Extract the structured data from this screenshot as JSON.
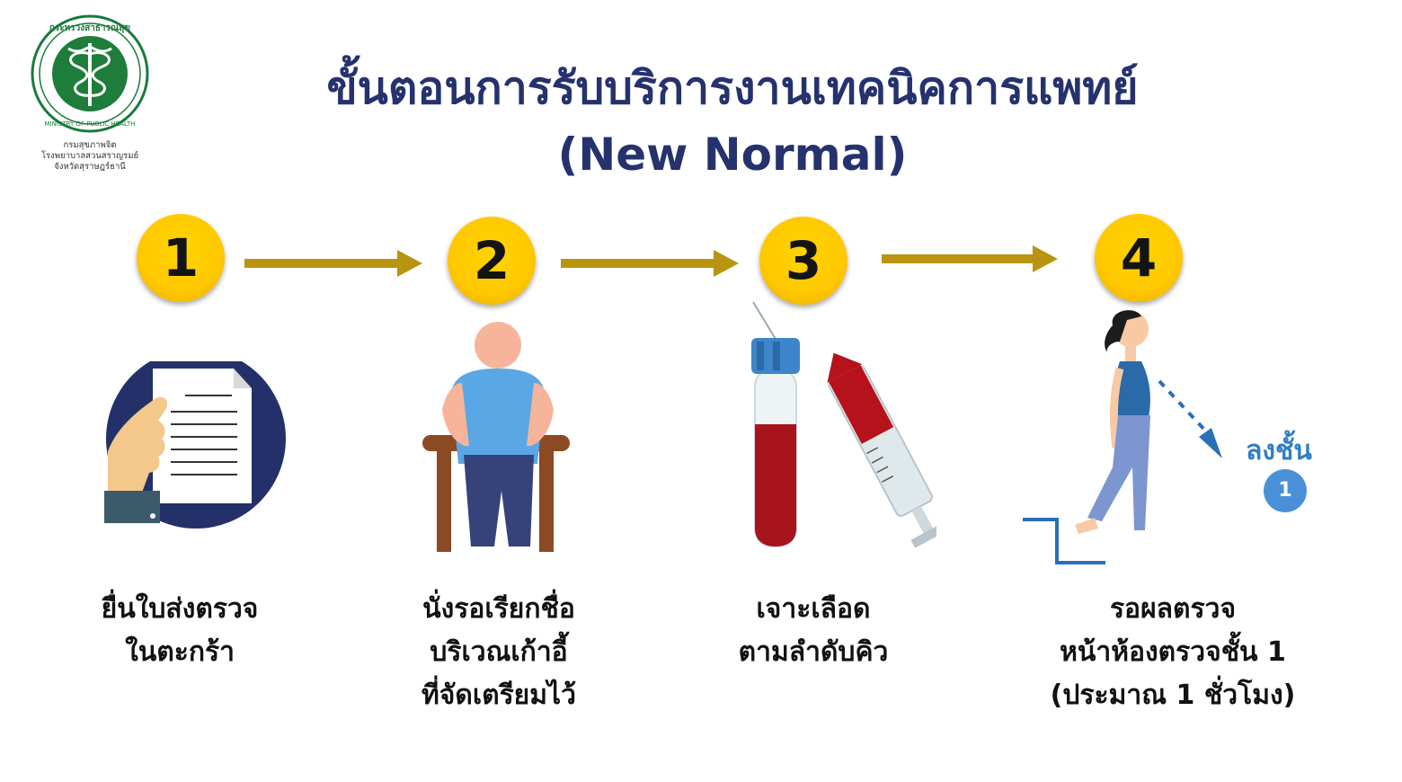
{
  "logo": {
    "name": "moph-logo",
    "caption": [
      "กรมสุขภาพจิต",
      "โรงพยาบาลสวนสราญรมย์",
      "จังหวัดสุราษฎร์ธานี"
    ]
  },
  "title": {
    "line1": "ขั้นตอนการรับบริการงานเทคนิคการแพทย์",
    "line2": "(New Normal)"
  },
  "steps": [
    {
      "number": "1",
      "icon": "document-hand-icon",
      "lines": [
        "ยื่นใบส่งตรวจ",
        "ในตะกร้า"
      ]
    },
    {
      "number": "2",
      "icon": "seated-person-icon",
      "lines": [
        "นั่งรอเรียกชื่อ",
        "บริเวณเก้าอี้",
        "ที่จัดเตรียมไว้"
      ]
    },
    {
      "number": "3",
      "icon": "blood-tube-syringe-icon",
      "lines": [
        "เจาะเลือด",
        "ตามลำดับคิว"
      ]
    },
    {
      "number": "4",
      "icon": "walking-woman-stairs-icon",
      "lines": [
        "รอผลตรวจ",
        "หน้าห้องตรวจชั้น 1",
        "(ประมาณ 1 ชั่วโมง)"
      ]
    }
  ],
  "floor_note": {
    "text": "ลงชั้น",
    "badge": "1"
  },
  "colors": {
    "title": "#25326e",
    "badge": "#ffc800",
    "arrow": "#b89410",
    "accent_blue": "#2f7fc6"
  }
}
